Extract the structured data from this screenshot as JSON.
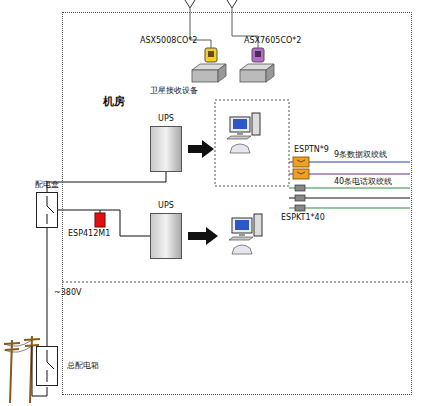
{
  "diagram": {
    "nodes": [
      {
        "text": [
          "机房"
        ]
      },
      {
        "text": [
          "配电盒"
        ]
      },
      {
        "text": [
          "UPS"
        ],
        "in": 0
      },
      {
        "text": [
          "UPS"
        ],
        "in": 0
      },
      {
        "text": [
          "总配电箱"
        ]
      }
    ],
    "edges": [
      {
        "from": 4,
        "to": 1,
        "arrow": "none"
      },
      {
        "from": 1,
        "to": 2,
        "arrow": "none"
      },
      {
        "from": 1,
        "to": 3,
        "arrow": "none"
      }
    ],
    "labels": [
      "ASX5008CO*2",
      "ASX7605CO*2",
      "卫星接收设备",
      "ESPTN*9",
      "9条数据双绞线",
      "40条电话双绞线",
      "ESPKT1*40",
      "ESP412M1",
      "~380V"
    ]
  }
}
